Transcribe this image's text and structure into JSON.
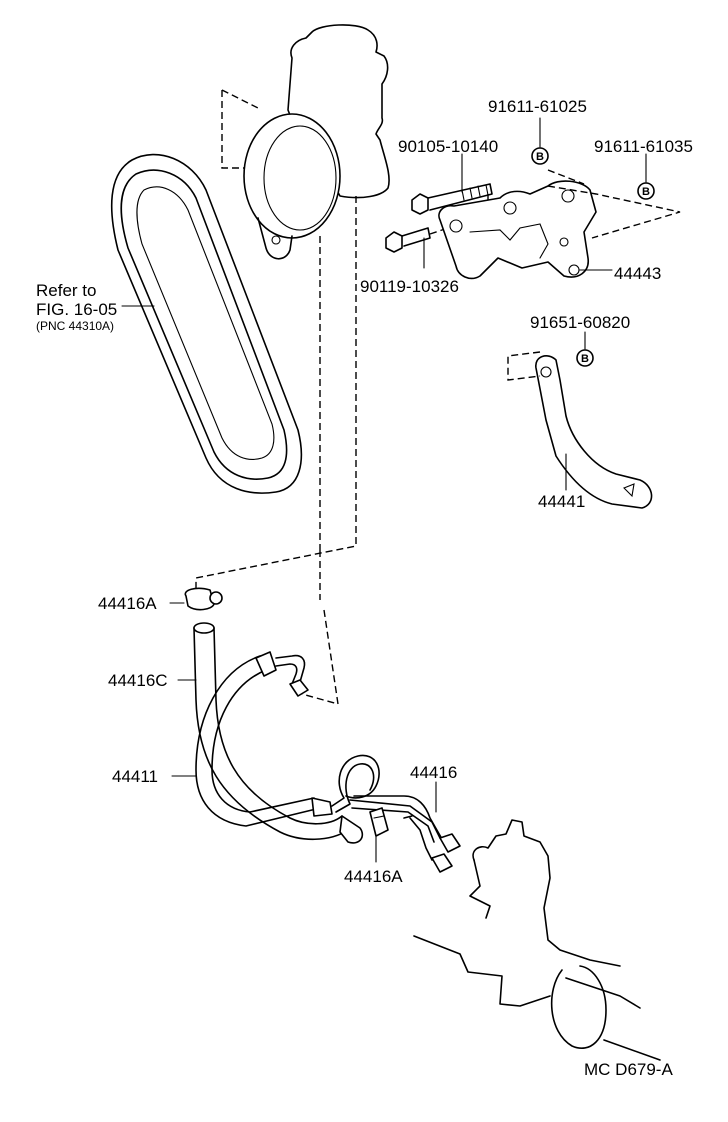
{
  "labels": {
    "bolt_91611_61025": "91611-61025",
    "bolt_90105_10140": "90105-10140",
    "bolt_91611_61035": "91611-61035",
    "bolt_90119_10326": "90119-10326",
    "bracket_44443": "44443",
    "bolt_91651_60820": "91651-60820",
    "bracket_44441": "44441",
    "clamp_44416A_top": "44416A",
    "hose_44416C": "44416C",
    "hose_44411": "44411",
    "tube_44416": "44416",
    "clamp_44416A_bottom": "44416A",
    "drawing_code": "MC  D679-A"
  },
  "reference": {
    "line1": "Refer to",
    "line2": "FIG. 16-05",
    "line3": "(PNC 44310A)"
  },
  "badge_letter": "B"
}
